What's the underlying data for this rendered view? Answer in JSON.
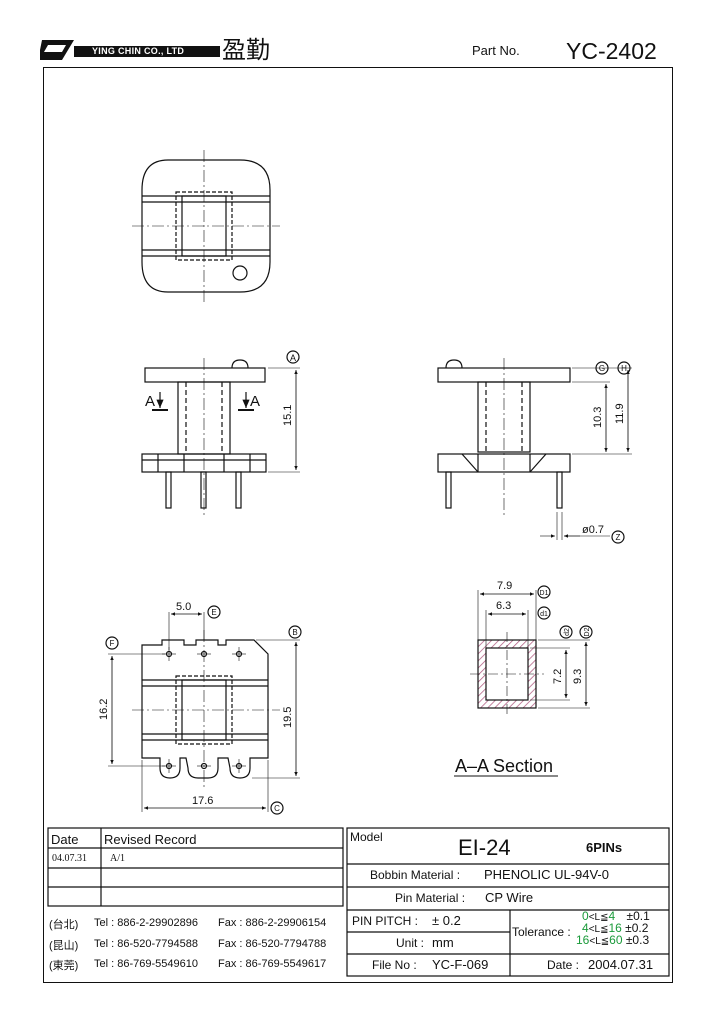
{
  "header": {
    "company_name": "YING CHIN CO., LTD",
    "company_chinese": "盈勤",
    "part_no_label": "Part No.",
    "part_no": "YC-2402"
  },
  "drawing": {
    "labels": {
      "circle_a": "A",
      "circle_b": "B",
      "circle_c": "C",
      "circle_e": "E",
      "circle_f": "F",
      "circle_g": "G",
      "circle_h": "H",
      "circle_z": "Z",
      "circle_d1_upper": "D1",
      "circle_d1_lower": "d1",
      "circle_d2_lower": "d2",
      "circle_d2_upper": "D2",
      "section_mark": "A",
      "dim_15_1": "15.1",
      "dim_10_3": "10.3",
      "dim_11_9": "11.9",
      "dim_pin": "ø0.7",
      "dim_5_0": "5.0",
      "dim_16_2": "16.2",
      "dim_19_5": "19.5",
      "dim_17_6": "17.6",
      "dim_7_9": "7.9",
      "dim_6_3": "6.3",
      "dim_7_2": "7.2",
      "dim_9_3": "9.3",
      "section_title": "A–A Section"
    }
  },
  "revision_table": {
    "col_date": "Date",
    "col_record": "Revised Record",
    "rows": [
      {
        "date": "04.07.31",
        "record": "A/1"
      },
      {
        "date": "",
        "record": ""
      },
      {
        "date": "",
        "record": ""
      }
    ]
  },
  "contacts": [
    {
      "loc": "(台北)",
      "tel": "Tel : 886-2-29902896",
      "fax": "Fax : 886-2-29906154"
    },
    {
      "loc": "(昆山)",
      "tel": "Tel : 86-520-7794588",
      "fax": "Fax : 86-520-7794788"
    },
    {
      "loc": "(東莞)",
      "tel": "Tel : 86-769-5549610",
      "fax": "Fax : 86-769-5549617"
    }
  ],
  "spec": {
    "model_label": "Model",
    "model": "EI-24",
    "pins": "6PINs",
    "bobbin_label": "Bobbin  Material :",
    "bobbin_value": "PHENOLIC UL-94V-0",
    "pin_mat_label": "Pin  Material :",
    "pin_mat_value": "CP Wire",
    "pitch_label": "PIN  PITCH :",
    "pitch_value": "± 0.2",
    "unit_label": "Unit :",
    "unit_value": "mm",
    "file_label": "File  No :",
    "file_value": "YC-F-069",
    "tolerance_label": "Tolerance :",
    "tol_rows": [
      {
        "range_a": "0",
        "op": "<L≦",
        "range_b": "4",
        "tol": "±0.1"
      },
      {
        "range_a": "4",
        "op": "<L≦",
        "range_b": "16",
        "tol": "±0.2"
      },
      {
        "range_a": "16",
        "op": "<L≦",
        "range_b": "60",
        "tol": "±0.3"
      }
    ],
    "date_label": "Date :",
    "date_value": "2004.07.31"
  },
  "colors": {
    "green": "#1a9a3a",
    "hatch": "#b05a80"
  }
}
